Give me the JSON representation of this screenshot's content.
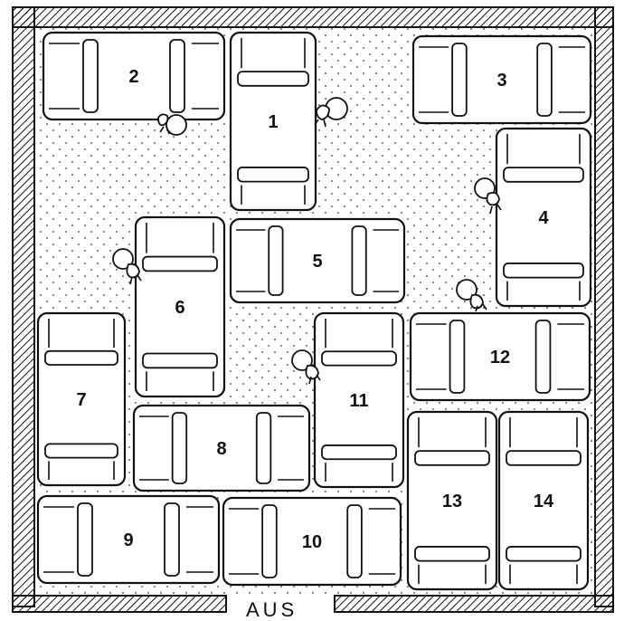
{
  "puzzle": {
    "exit_label": "AUS",
    "cars": [
      {
        "id": "car-1",
        "number": "1"
      },
      {
        "id": "car-2",
        "number": "2"
      },
      {
        "id": "car-3",
        "number": "3"
      },
      {
        "id": "car-4",
        "number": "4"
      },
      {
        "id": "car-5",
        "number": "5"
      },
      {
        "id": "car-6",
        "number": "6"
      },
      {
        "id": "car-7",
        "number": "7"
      },
      {
        "id": "car-8",
        "number": "8"
      },
      {
        "id": "car-9",
        "number": "9"
      },
      {
        "id": "car-10",
        "number": "10"
      },
      {
        "id": "car-11",
        "number": "11"
      },
      {
        "id": "car-12",
        "number": "12"
      },
      {
        "id": "car-13",
        "number": "13"
      },
      {
        "id": "car-14",
        "number": "14"
      }
    ]
  },
  "colors": {
    "ink": "#111111",
    "paper": "#ffffff",
    "wall": "#ffffff"
  }
}
